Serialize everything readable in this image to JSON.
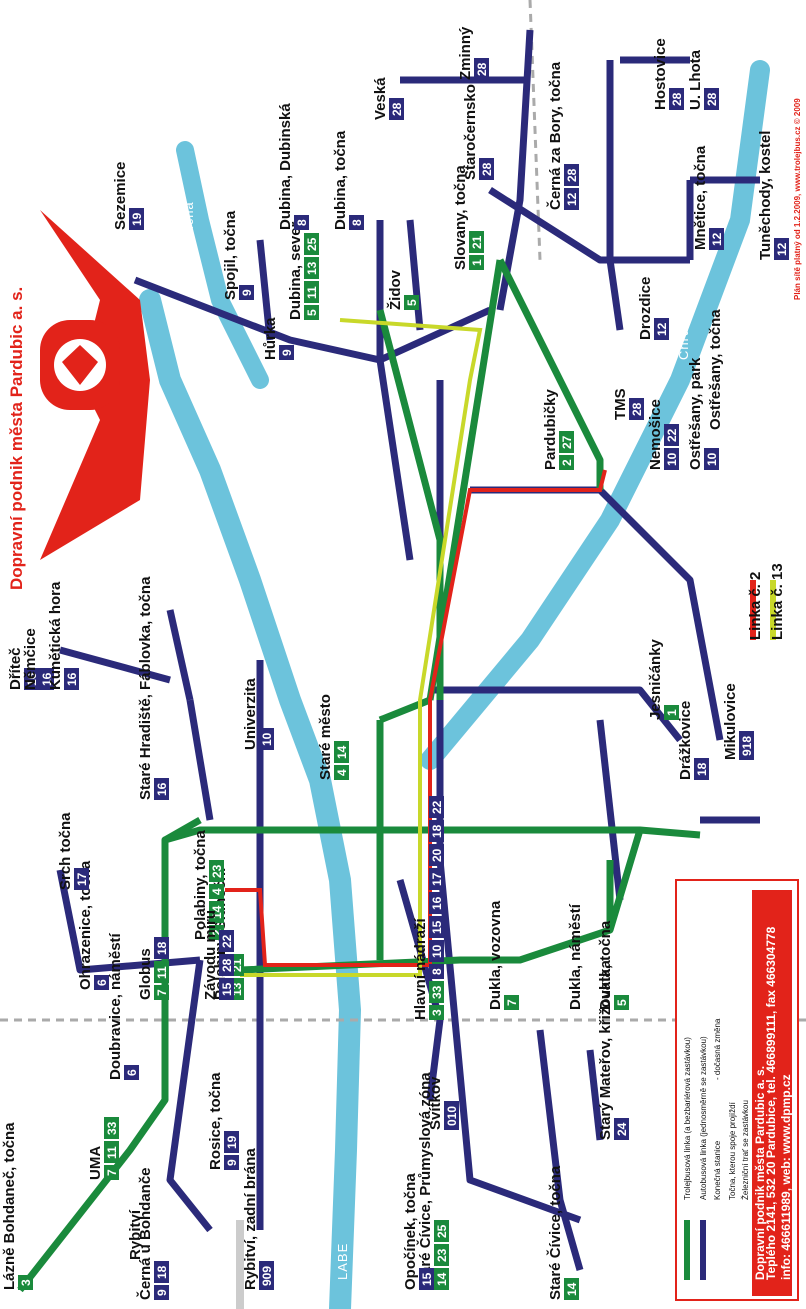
{
  "title": "Dopravní podnik města Pardubic a. s.",
  "validity": "Plán sítě platný od 1.2.2009, www.trolejbus.cz © 2009",
  "legend_lines": [
    {
      "label": "Linka č. 2",
      "color": "#e2231a"
    },
    {
      "label": "Linka č. 13",
      "color": "#c8d82a"
    }
  ],
  "legend_box": {
    "troleybus_line": "Trolejbusová linka (a bezbariérová zastávkou)",
    "bus_line": "Autobusová linka (jednosměrně se zastávkou)",
    "terminal": "Konečná stanice",
    "temporary_change": "- dočasná změna",
    "loop_note": "Točna, kterou spoje projíždí",
    "rail_note": "Železniční trať se zastávkou",
    "company": "Dopravní podnik města Pardubic a. s.",
    "address": "Teplého 2141, 532 20 Pardubice, tel. 466899111, fax 466304778",
    "info": "info: 466611989, web: www.dpmp.cz"
  },
  "rivers": [
    "LABE",
    "Loučná",
    "Chrudimka"
  ],
  "colors": {
    "troleybus": "#1a8a3c",
    "bus": "#2b2a7a",
    "line2": "#e2231a",
    "line13": "#c8d82a",
    "river": "#6cc3dc",
    "rail": "#aaaaaa"
  },
  "areas": [
    {
      "name": "Lázně Bohdaneč, točna",
      "lines": [
        "3"
      ]
    },
    {
      "name": "UMA",
      "lines": [
        "7",
        "11",
        "33"
      ]
    },
    {
      "name": "Rybitví",
      "lines": []
    },
    {
      "name": "Černá u Bohdanče",
      "lines": [
        "9",
        "18"
      ]
    },
    {
      "name": "Doubravice, náměstí",
      "lines": [
        "6"
      ]
    },
    {
      "name": "Ohrazenice, točna",
      "lines": [
        "6"
      ]
    },
    {
      "name": "Srch točna",
      "lines": [
        "17"
      ]
    },
    {
      "name": "Globus",
      "lines": [
        "7",
        "11",
        "18"
      ]
    },
    {
      "name": "Polabiny, Sluneční",
      "lines": [
        "13",
        "21"
      ]
    },
    {
      "name": "Polabiny, točna",
      "lines": [
        "2",
        "14",
        "4",
        "23"
      ]
    },
    {
      "name": "Rosice, točna",
      "lines": [
        "9",
        "19"
      ]
    },
    {
      "name": "Rybitví, zadní brána",
      "lines": [
        "909"
      ]
    },
    {
      "name": "Dříteč",
      "lines": [
        "16"
      ]
    },
    {
      "name": "Němčice",
      "lines": [
        "16"
      ]
    },
    {
      "name": "Kunětická hora",
      "lines": [
        "16"
      ]
    },
    {
      "name": "Staré Hradiště, Fáblovka, točna",
      "lines": [
        "16"
      ]
    },
    {
      "name": "Univerzita",
      "lines": [
        "10"
      ]
    },
    {
      "name": "Závodu míru",
      "lines": [
        "15",
        "28",
        "22"
      ]
    },
    {
      "name": "Hlavní nádraží",
      "lines": [
        "3",
        "33",
        "8",
        "10",
        "15",
        "16",
        "17",
        "20",
        "18",
        "22"
      ]
    },
    {
      "name": "Staré město",
      "lines": [
        "4",
        "14"
      ]
    },
    {
      "name": "Dukla, vozovna",
      "lines": [
        "7"
      ]
    },
    {
      "name": "Dukla, náměstí",
      "lines": []
    },
    {
      "name": "Dukla, točna",
      "lines": [
        "5"
      ]
    },
    {
      "name": "Svítkov",
      "lines": [
        "010"
      ]
    },
    {
      "name": "Starý Mateřov, křižovatka",
      "lines": [
        "24"
      ]
    },
    {
      "name": "Staré Čívice, Průmyslová zóna",
      "lines": [
        "14",
        "23",
        "25"
      ]
    },
    {
      "name": "Staré Čívice, točna",
      "lines": [
        "14"
      ]
    },
    {
      "name": "Opočínek, točna",
      "lines": [
        "15"
      ]
    },
    {
      "name": "Jesničánky",
      "lines": [
        "1"
      ]
    },
    {
      "name": "Drážkovice",
      "lines": [
        "18"
      ]
    },
    {
      "name": "Mikulovice",
      "lines": [
        "918"
      ]
    },
    {
      "name": "Sezemice",
      "lines": [
        "19"
      ]
    },
    {
      "name": "Spojil, točna",
      "lines": [
        "9"
      ]
    },
    {
      "name": "Hůrka",
      "lines": [
        "9"
      ]
    },
    {
      "name": "Dubina, sever",
      "lines": [
        "5",
        "11",
        "13",
        "25"
      ]
    },
    {
      "name": "Dubina, Dubinská",
      "lines": [
        "8"
      ]
    },
    {
      "name": "Dubina, točna",
      "lines": [
        "8"
      ]
    },
    {
      "name": "Židov",
      "lines": [
        "5"
      ]
    },
    {
      "name": "Slovany, točna",
      "lines": [
        "1",
        "21"
      ]
    },
    {
      "name": "Veská",
      "lines": [
        "28"
      ]
    },
    {
      "name": "Zminný",
      "lines": [
        "28"
      ]
    },
    {
      "name": "Staročernsko",
      "lines": [
        "28"
      ]
    },
    {
      "name": "Černá za Bory, točna",
      "lines": [
        "12",
        "28"
      ]
    },
    {
      "name": "Hostovice",
      "lines": [
        "28"
      ]
    },
    {
      "name": "U. Lhota",
      "lines": [
        "28"
      ]
    },
    {
      "name": "Mněticе, točna",
      "lines": [
        "12"
      ]
    },
    {
      "name": "Tuněchody, kostel",
      "lines": [
        "12"
      ]
    },
    {
      "name": "Drozdice",
      "lines": [
        "12"
      ]
    },
    {
      "name": "Pardubičky",
      "lines": [
        "2",
        "27"
      ]
    },
    {
      "name": "TMS",
      "lines": [
        "28"
      ]
    },
    {
      "name": "Nemošice",
      "lines": [
        "10",
        "22"
      ]
    },
    {
      "name": "Ostřešany, park",
      "lines": [
        "10"
      ]
    },
    {
      "name": "Ostřešany, točna",
      "lines": []
    }
  ]
}
